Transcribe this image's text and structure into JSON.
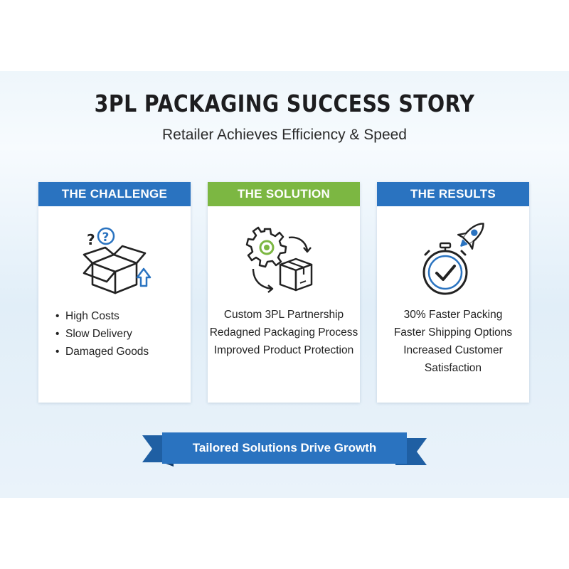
{
  "header": {
    "title": "3PL PACKAGING SUCCESS STORY",
    "subtitle": "Retailer Achieves Efficiency & Speed"
  },
  "colors": {
    "blue": "#2a73c0",
    "green": "#7cb742",
    "text": "#1d1d1f"
  },
  "challenge": {
    "heading": "THE CHALLENGE",
    "icon": "open-box-question-icon",
    "items": [
      "High Costs",
      "Slow Delivery",
      "Damaged Goods"
    ]
  },
  "solution": {
    "heading": "THE SOLUTION",
    "icon": "gear-box-cycle-icon",
    "lines": [
      "Custom 3PL Partnership",
      "Redagned Packaging Process",
      "Improved Product Protection"
    ]
  },
  "results": {
    "heading": "THE RESULTS",
    "icon": "stopwatch-rocket-icon",
    "lines": [
      "30% Faster Packing",
      "Faster Shipping Options",
      "Increased Customer",
      "Satisfaction"
    ]
  },
  "banner": {
    "text": "Tailored Solutions Drive Growth"
  }
}
